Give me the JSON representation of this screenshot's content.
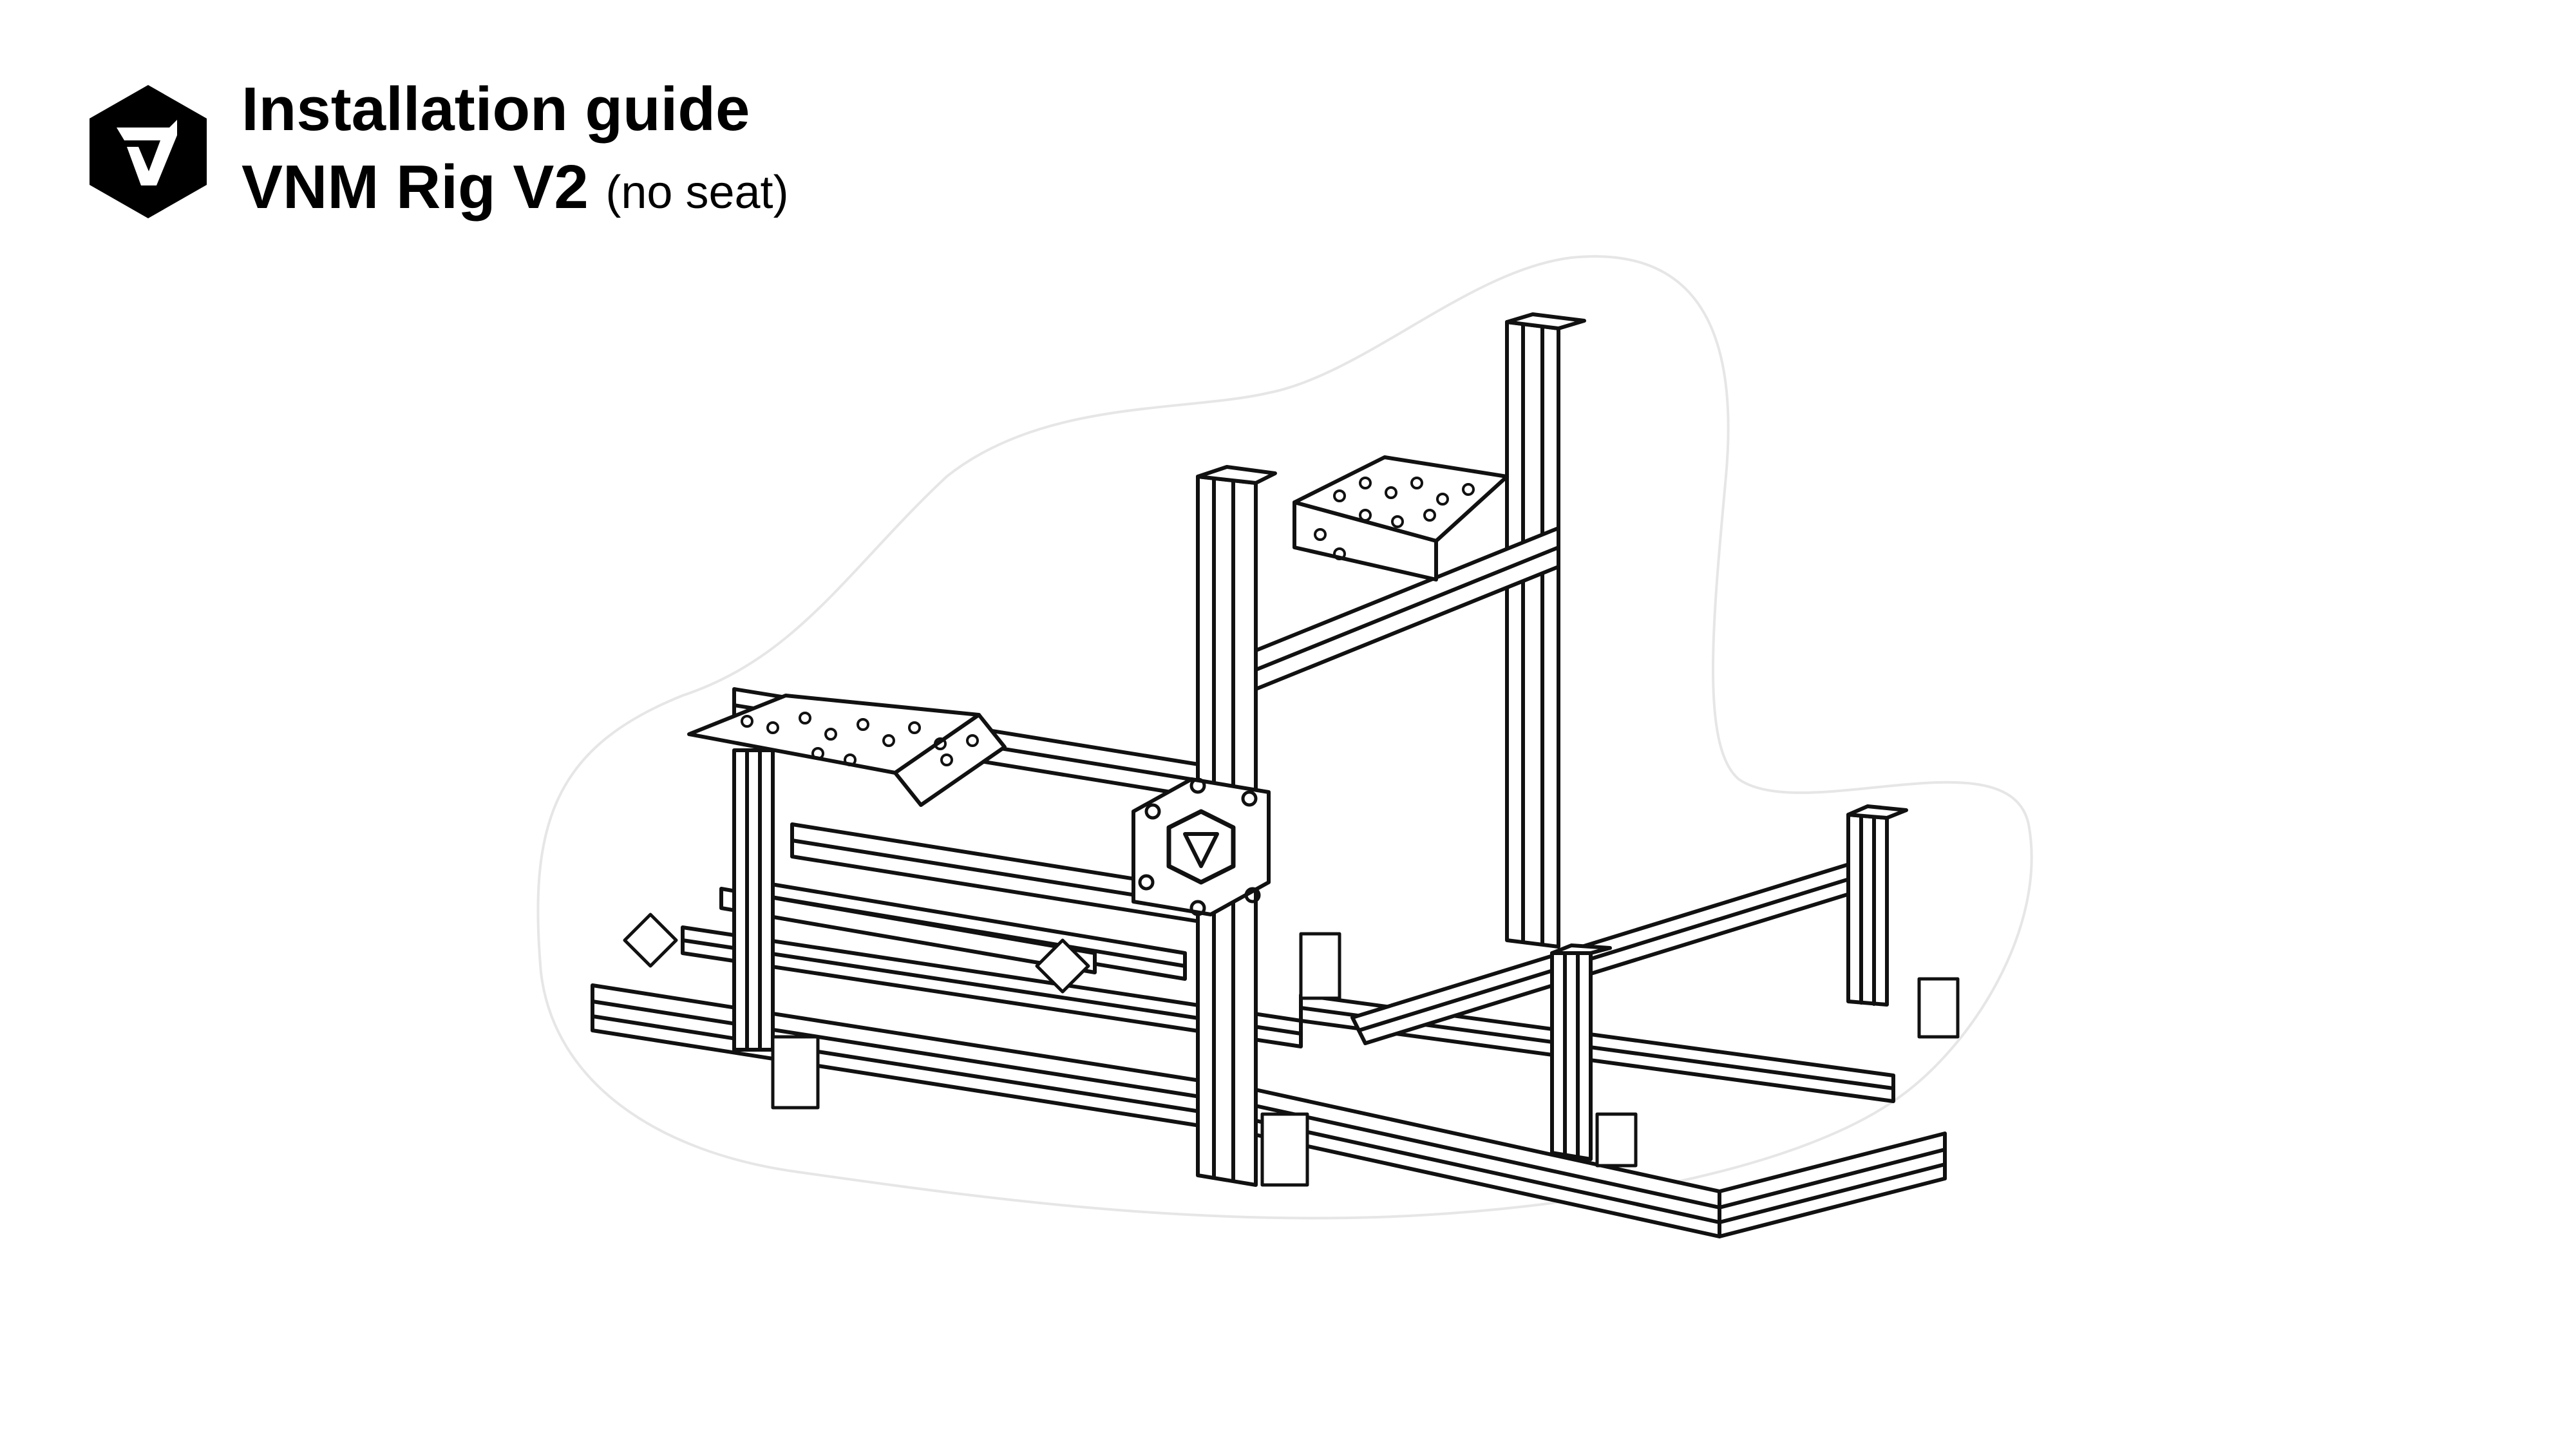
{
  "header": {
    "title": "Installation guide",
    "product_name": "VNM Rig V2",
    "product_note": "(no seat)"
  },
  "logo": {
    "icon": "vnm-hexagon-logo-icon",
    "letter": "V",
    "color": "#000000"
  },
  "drawing": {
    "icon": "sim-rig-frame-illustration"
  }
}
